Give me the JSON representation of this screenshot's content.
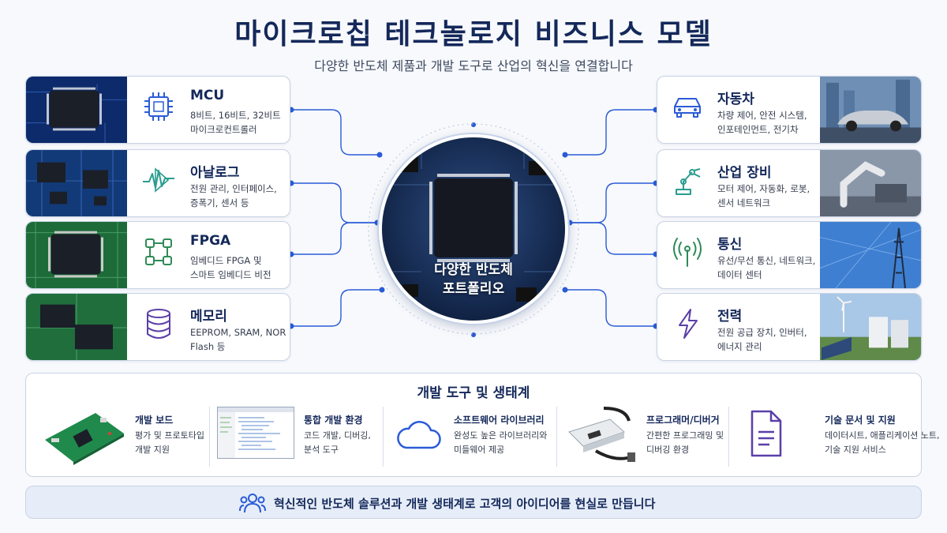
{
  "header": {
    "title": "마이크로칩 테크놀로지 비즈니스 모델",
    "subtitle": "다양한 반도체 제품과 개발 도구로 산업의 혁신을 연결합니다"
  },
  "hub": {
    "line1": "다양한 반도체",
    "line2": "포트폴리오"
  },
  "products": [
    {
      "name": "MCU",
      "desc1": "8비트, 16비트, 32비트",
      "desc2": "마이크로컨트롤러",
      "icon": "chip-icon"
    },
    {
      "name": "아날로그",
      "desc1": "전원 관리, 인터페이스,",
      "desc2": "증폭기, 센서 등",
      "icon": "waveform-icon"
    },
    {
      "name": "FPGA",
      "desc1": "임베디드 FPGA 및",
      "desc2": "스마트 임베디드 비전",
      "icon": "fpga-grid-icon"
    },
    {
      "name": "메모리",
      "desc1": "EEPROM, SRAM, NOR",
      "desc2": "Flash 등",
      "icon": "database-icon"
    }
  ],
  "markets": [
    {
      "name": "자동차",
      "desc1": "차량 제어, 안전 시스템,",
      "desc2": "인포테인먼트, 전기차",
      "icon": "car-icon"
    },
    {
      "name": "산업 장비",
      "desc1": "모터 제어, 자동화, 로봇,",
      "desc2": "센서 네트워크",
      "icon": "robot-arm-icon"
    },
    {
      "name": "통신",
      "desc1": "유선/무선 통신, 네트워크,",
      "desc2": "데이터 센터",
      "icon": "antenna-icon"
    },
    {
      "name": "전력",
      "desc1": "전원 공급 장치, 인버터,",
      "desc2": "에너지 관리",
      "icon": "lightning-icon"
    }
  ],
  "ecosystem": {
    "title": "개발 도구 및 생태계",
    "tools": [
      {
        "name": "개발 보드",
        "desc1": "평가 및 프로토타입",
        "desc2": "개발 지원"
      },
      {
        "name": "통합 개발 환경",
        "desc1": "코드 개발, 디버깅,",
        "desc2": "분석 도구"
      },
      {
        "name": "소프트웨어 라이브러리",
        "desc1": "완성도 높은 라이브러리와",
        "desc2": "미들웨어 제공"
      },
      {
        "name": "프로그래머/디버거",
        "desc1": "간편한 프로그래밍 및",
        "desc2": "디버깅 환경"
      },
      {
        "name": "기술 문서 및 지원",
        "desc1": "데이터시트, 애플리케이션 노트,",
        "desc2": "기술 지원 서비스"
      }
    ]
  },
  "banner": {
    "text": "혁신적인 반도체 솔루션과 개발 생태계로 고객의 아이디어를 현실로 만듭니다",
    "icon": "people-icon"
  },
  "colors": {
    "navy": "#14285a",
    "accent_blue": "#2a5bd7",
    "teal": "#2a9d8f",
    "green": "#2e8b57",
    "purple": "#5b3fa8"
  }
}
